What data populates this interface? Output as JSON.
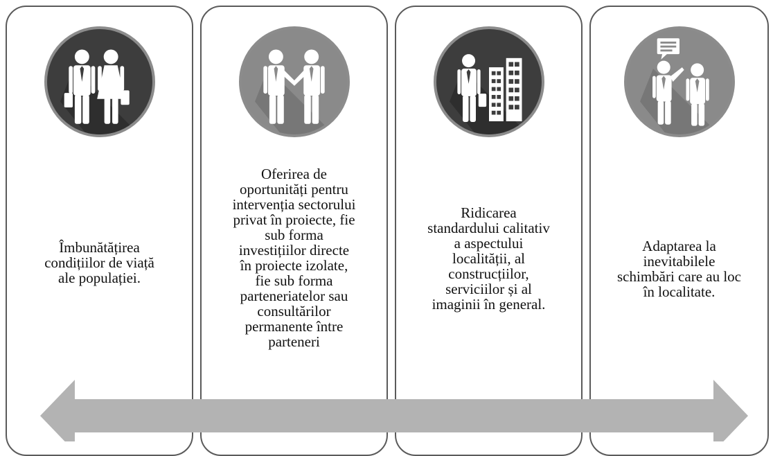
{
  "cards": [
    {
      "icon": "man-and-woman-with-briefcases-icon",
      "text": "Îmbunătățirea\ncondițiilor de viață\nale populației."
    },
    {
      "icon": "two-men-shaking-hands-icon",
      "text": "Oferirea de\noportunități pentru\nintervenția sectorului\nprivat în proiecte, fie\nsub forma\ninvestițiilor directe\nîn proiecte izolate,\nfie sub forma\nparteneriatelor sau\nconsultărilor\npermanente între\nparteneri"
    },
    {
      "icon": "man-with-buildings-icon",
      "text": "Ridicarea\nstandardului calitativ\na aspectului\nlocalității, al\nconstrucțiilor,\nserviciilor și al\nimaginii în general."
    },
    {
      "icon": "man-speaking-to-man-icon",
      "text": "Adaptarea la\ninevitabilele\nschimbări care au loc\nîn localitate."
    }
  ],
  "colors": {
    "circle_dark": "#3d3d3d",
    "circle_mid": "#8a8a8a",
    "circle_border": "#8c8c8c",
    "figure": "#ffffff",
    "arrow": "#b3b3b3",
    "card_border": "#5a5a5a"
  }
}
